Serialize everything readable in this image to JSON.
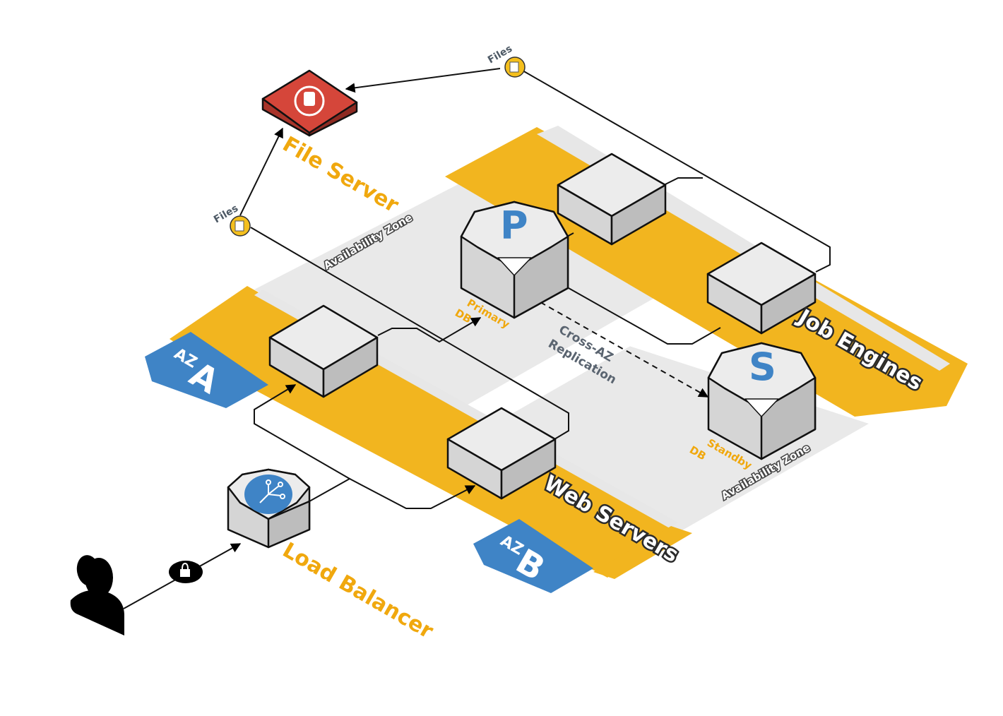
{
  "diagram": {
    "nodes": {
      "file_server": {
        "label": "File Server"
      },
      "load_balancer": {
        "label": "Load Balancer"
      },
      "primary_db": {
        "letter": "P",
        "label_line1": "Primary",
        "label_line2": "DB"
      },
      "standby_db": {
        "letter": "S",
        "label_line1": "Standby",
        "label_line2": "DB"
      },
      "files_top": {
        "label": "Files"
      },
      "files_left": {
        "label": "Files"
      }
    },
    "tiers": {
      "web": {
        "label": "Web Servers"
      },
      "jobs": {
        "label": "Job Engines"
      }
    },
    "zones": {
      "az_a": {
        "prefix": "AZ",
        "letter": "A"
      },
      "az_b": {
        "prefix": "AZ",
        "letter": "B"
      },
      "zone_label_top": "Availability Zone",
      "zone_label_bottom": "Availability Zone"
    },
    "replication": {
      "line1": "Cross-AZ",
      "line2": "Replication"
    },
    "colors": {
      "orange": "#f2b51f",
      "zone_gray": "#e8e8e8",
      "box_top": "#ececec",
      "box_left": "#d5d5d5",
      "box_right": "#bdbdbd",
      "blue": "#3f84c6",
      "red": "#d5463a",
      "label_orange": "#f0a80e"
    },
    "icons": [
      "user-icon",
      "lock-icon",
      "load-balancer-icon",
      "file-server-icon",
      "files-icon"
    ]
  }
}
